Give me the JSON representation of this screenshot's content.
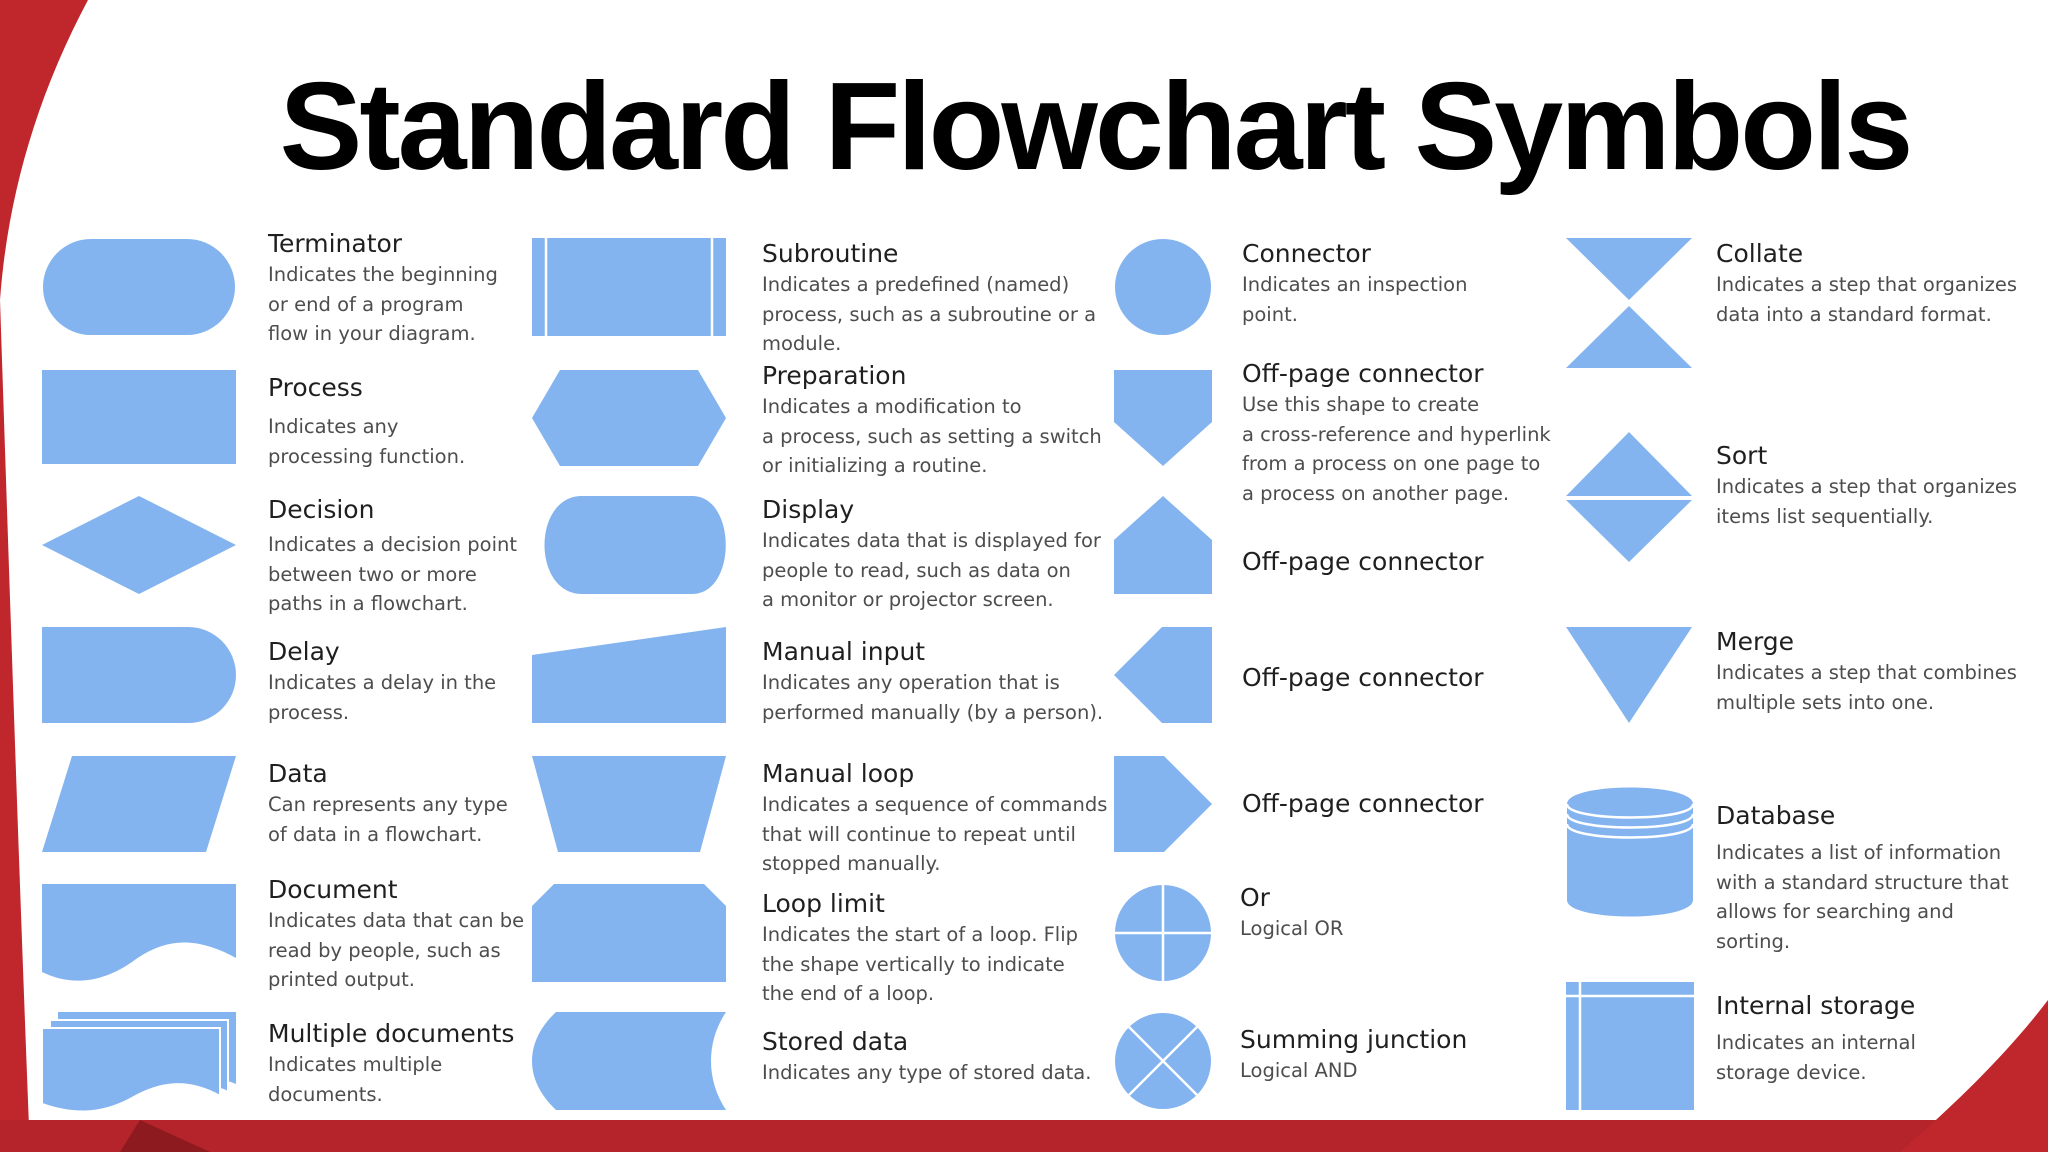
{
  "title": "Standard Flowchart Symbols",
  "colors": {
    "shape_fill": "#84B4EF",
    "shape_line": "#ffffff",
    "accent_red": "#C0272D"
  },
  "symbols": [
    {
      "name": "Terminator",
      "desc": [
        "Indicates the beginning",
        "or end of a program",
        "flow in your diagram."
      ],
      "icon": "terminator-icon"
    },
    {
      "name": "Process",
      "desc": [
        "Indicates any",
        "processing function."
      ],
      "icon": "process-icon"
    },
    {
      "name": "Decision",
      "desc": [
        "Indicates a decision point",
        "between two or more",
        "paths in a flowchart."
      ],
      "icon": "decision-icon"
    },
    {
      "name": "Delay",
      "desc": [
        "Indicates a delay in the",
        "process."
      ],
      "icon": "delay-icon"
    },
    {
      "name": "Data",
      "desc": [
        "Can represents any type",
        "of data in a flowchart."
      ],
      "icon": "data-icon"
    },
    {
      "name": "Document",
      "desc": [
        "Indicates data that can be",
        "read by people, such as",
        "printed output."
      ],
      "icon": "document-icon"
    },
    {
      "name": "Multiple documents",
      "desc": [
        "Indicates multiple",
        "documents."
      ],
      "icon": "multiple-documents-icon"
    },
    {
      "name": "Subroutine",
      "desc": [
        "Indicates a predefined (named)",
        "process, such as a subroutine or a",
        "module."
      ],
      "icon": "subroutine-icon"
    },
    {
      "name": "Preparation",
      "desc": [
        "Indicates a modification to",
        "a process, such as setting a switch",
        "or initializing a routine."
      ],
      "icon": "preparation-icon"
    },
    {
      "name": "Display",
      "desc": [
        "Indicates data that is displayed for",
        "people to read, such as data on",
        "a monitor or projector screen."
      ],
      "icon": "display-icon"
    },
    {
      "name": "Manual input",
      "desc": [
        "Indicates any operation that is",
        "performed manually (by a person)."
      ],
      "icon": "manual-input-icon"
    },
    {
      "name": "Manual loop",
      "desc": [
        "Indicates a sequence of commands",
        "that will continue to repeat until",
        "stopped manually."
      ],
      "icon": "manual-loop-icon"
    },
    {
      "name": "Loop limit",
      "desc": [
        "Indicates the start of a loop. Flip",
        "the shape vertically to indicate",
        "the end of a loop."
      ],
      "icon": "loop-limit-icon"
    },
    {
      "name": "Stored data",
      "desc": [
        "Indicates any type of stored data."
      ],
      "icon": "stored-data-icon"
    },
    {
      "name": "Connector",
      "desc": [
        "Indicates an inspection",
        "point."
      ],
      "icon": "connector-icon"
    },
    {
      "name": "Off-page connector",
      "desc": [
        "Use this shape to create",
        "a cross-reference and hyperlink",
        "from a process on one page to",
        "a process on another page."
      ],
      "icon": "off-page-connector-down-icon"
    },
    {
      "name": "Off-page connector",
      "desc": [],
      "icon": "off-page-connector-up-icon"
    },
    {
      "name": "Off-page connector",
      "desc": [],
      "icon": "off-page-connector-left-icon"
    },
    {
      "name": "Off-page connector",
      "desc": [],
      "icon": "off-page-connector-right-icon"
    },
    {
      "name": "Or",
      "desc": [
        "Logical OR"
      ],
      "icon": "or-icon"
    },
    {
      "name": "Summing junction",
      "desc": [
        "Logical AND"
      ],
      "icon": "summing-junction-icon"
    },
    {
      "name": "Collate",
      "desc": [
        "Indicates a step that organizes",
        "data into a standard format."
      ],
      "icon": "collate-icon"
    },
    {
      "name": "Sort",
      "desc": [
        "Indicates a step that organizes",
        "items list sequentially."
      ],
      "icon": "sort-icon"
    },
    {
      "name": "Merge",
      "desc": [
        "Indicates a step that combines",
        "multiple sets into one."
      ],
      "icon": "merge-icon"
    },
    {
      "name": "Database",
      "desc": [
        "Indicates a list of information",
        "with a standard structure that",
        "allows for searching and",
        "sorting."
      ],
      "icon": "database-icon"
    },
    {
      "name": "Internal storage",
      "desc": [
        "Indicates an internal",
        "storage device."
      ],
      "icon": "internal-storage-icon"
    }
  ]
}
